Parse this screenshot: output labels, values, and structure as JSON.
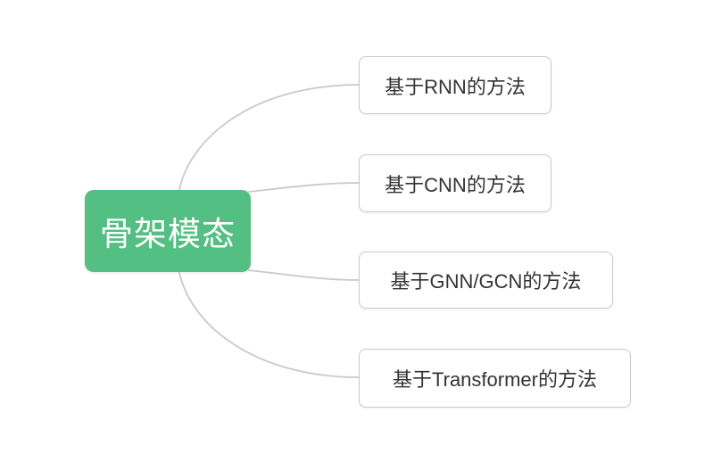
{
  "mindmap": {
    "root": {
      "label": "骨架模态",
      "fill_color": "#54bf82",
      "text_color": "#ffffff"
    },
    "children": [
      {
        "label": "基于RNN的方法"
      },
      {
        "label": "基于CNN的方法"
      },
      {
        "label": "基于GNN/GCN的方法"
      },
      {
        "label": "基于Transformer的方法"
      }
    ],
    "style": {
      "background_color": "#ffffff",
      "connector_color": "#c9c9c9",
      "leaf_border_color": "#c9c9c9",
      "leaf_text_color": "#333333"
    }
  }
}
